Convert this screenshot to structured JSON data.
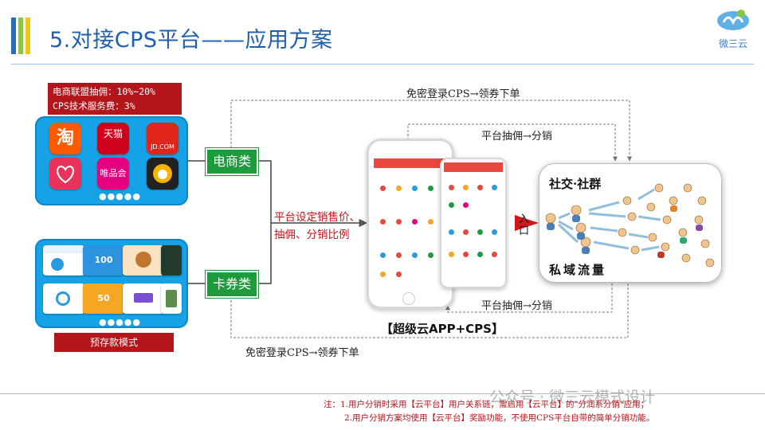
{
  "title": "5.对接CPS平台——应用方案",
  "logo_text": "微三云",
  "rates": [
    "电商联盟抽佣：10%~20%",
    "CPS技术服务费：3%"
  ],
  "ecom_apps": [
    "淘",
    "天猫",
    "JD.COM",
    "唯品会"
  ],
  "ecom_button": "电商类",
  "card_button": "卡券类",
  "card_labels": [
    "100",
    "50"
  ],
  "prestore": "预存款模式",
  "center_note": [
    "平台设定销售价、",
    "抽佣、分销比例"
  ],
  "flows": {
    "top_outer": "免密登录CPS→领券下单",
    "top_inner": "平台抽佣→分销",
    "bottom_inner": "平台抽佣→分销",
    "bottom_outer": "免密登录CPS→领券下单"
  },
  "app_label": "【超级云APP+CPS】",
  "entry": "入口",
  "social_title": "社交·社群",
  "private_traffic": "私域流量",
  "notes": [
    "注：1.用户分销时采用【云平台】用户关系链，需启用【云平台】的\"分润系分销\"应用；",
    "2.用户分销方案均使用【云平台】奖励功能，不使用CPS平台自带的简单分销功能。"
  ],
  "watermark": "公众号 · 微三云模式设计",
  "colors": {
    "brand_blue": "#1f5fae",
    "panel_blue": "#16a2e6",
    "green": "#1e9b3c",
    "red": "#b3151b",
    "phone_red": "#e9473f"
  }
}
